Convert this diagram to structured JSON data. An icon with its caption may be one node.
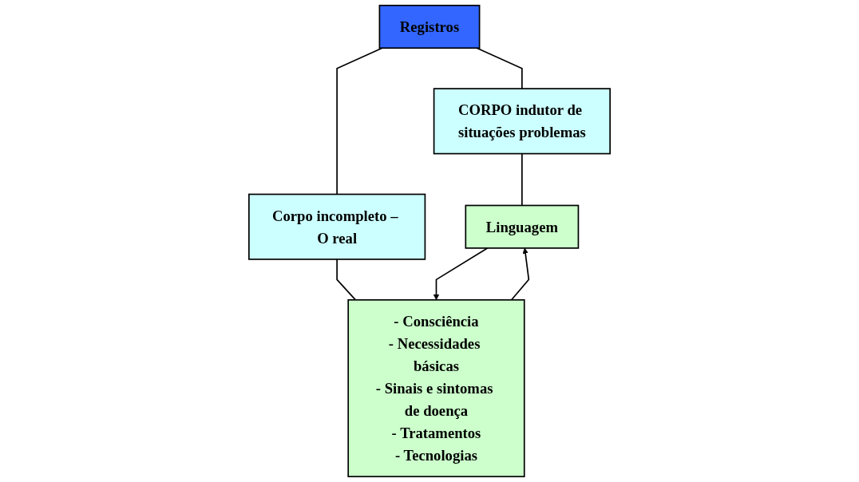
{
  "diagram": {
    "nodes": [
      {
        "text": [
          "Registros"
        ]
      },
      {
        "text": [
          "CORPO indutor de situações problemas"
        ]
      },
      {
        "text": [
          "Corpo incompleto – O real"
        ]
      },
      {
        "text": [
          "Linguagem"
        ]
      },
      {
        "text": [
          "- Consciência",
          "- Necessidades básicas",
          "- Sinais e sintomas de doença",
          "- Tratamentos",
          "- Tecnologias"
        ]
      }
    ],
    "edges": [
      {
        "from": 0,
        "to": 1,
        "arrow": "none"
      },
      {
        "from": 0,
        "to": 2,
        "arrow": "none"
      },
      {
        "from": 1,
        "to": 3,
        "arrow": "none"
      },
      {
        "from": 2,
        "to": 4,
        "arrow": "none"
      },
      {
        "from": 3,
        "to": 4,
        "arrow": "to"
      },
      {
        "from": 4,
        "to": 3,
        "arrow": "to"
      }
    ]
  }
}
